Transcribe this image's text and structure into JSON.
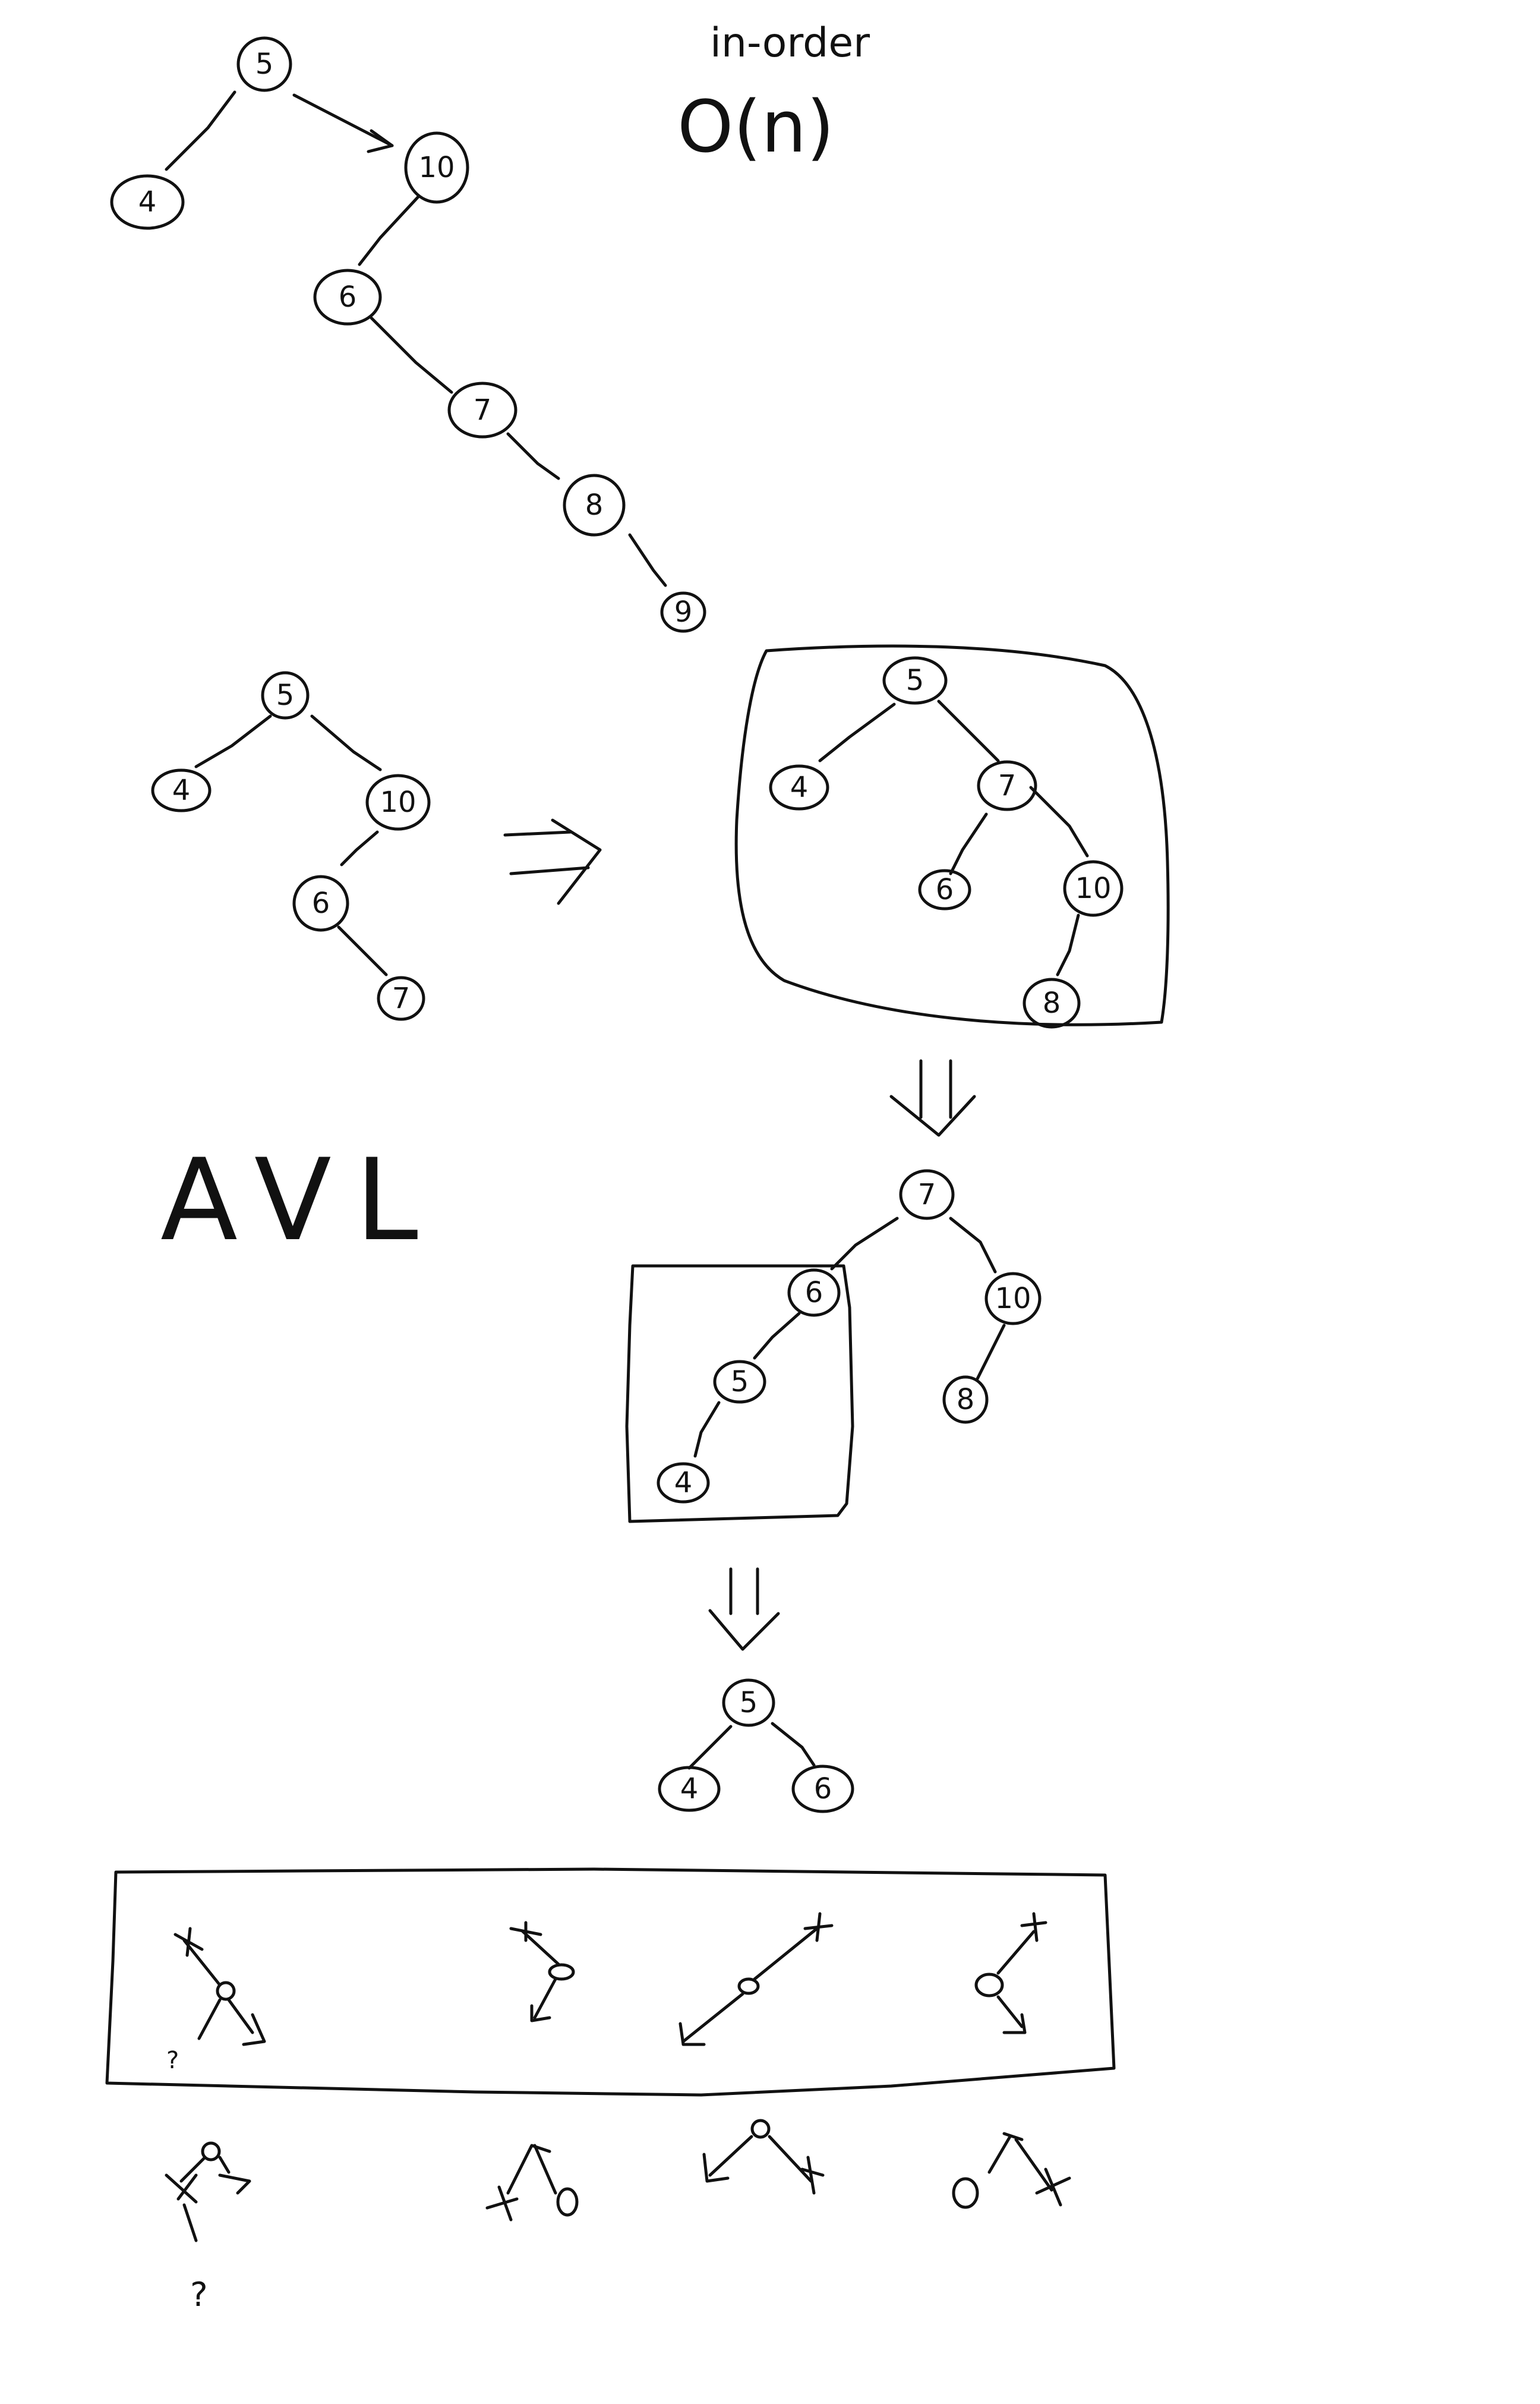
{
  "notes": {
    "in_order": "in-order",
    "complexity": "O(n)",
    "avl": "AVL"
  },
  "diagram1": {
    "nodes": [
      "5",
      "4",
      "10",
      "6",
      "7",
      "8",
      "9"
    ]
  },
  "diagram2": {
    "nodes": [
      "5",
      "4",
      "10",
      "6",
      "7"
    ]
  },
  "diagram3": {
    "nodes": [
      "5",
      "4",
      "7",
      "6",
      "10",
      "8"
    ]
  },
  "diagram4": {
    "nodes": [
      "7",
      "6",
      "5",
      "4",
      "10",
      "8"
    ]
  },
  "diagram5": {
    "nodes": [
      "5",
      "4",
      "6"
    ]
  },
  "rotation_cases": {
    "question_mark": "?"
  },
  "rotation_results": {
    "question_mark": "?"
  }
}
